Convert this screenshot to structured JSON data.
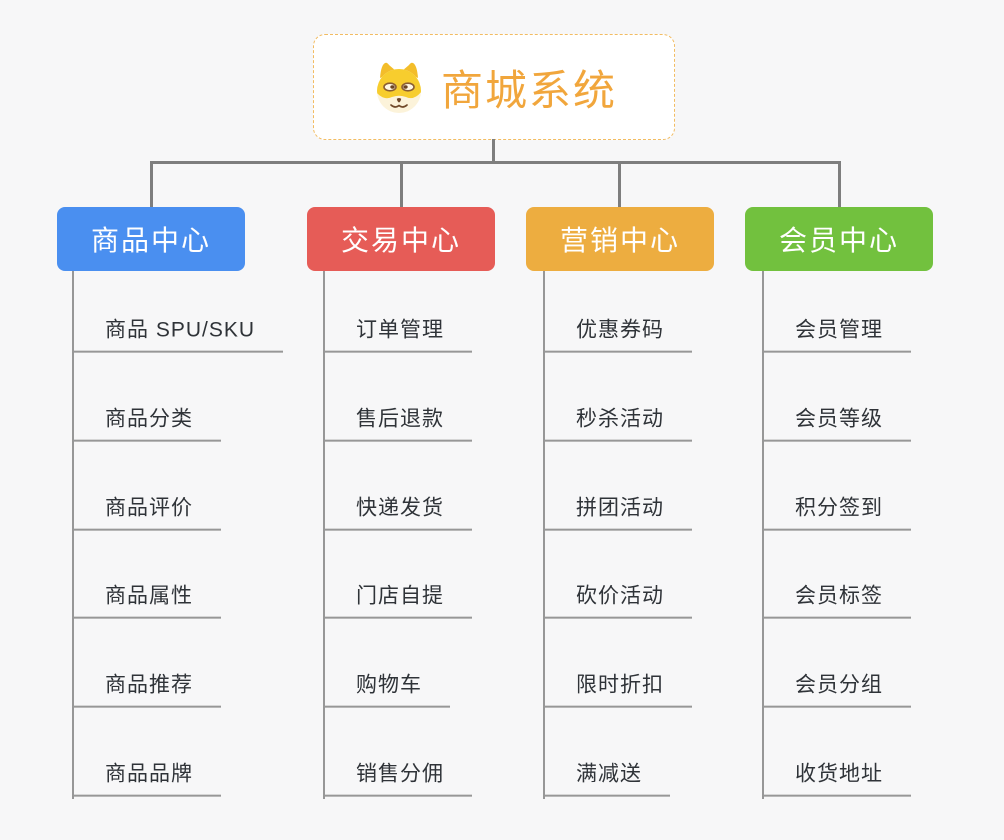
{
  "page": {
    "background": "#f7f7f8",
    "connector_color": "#7e7e7e"
  },
  "root": {
    "title": "商城系统",
    "icon": "doge-icon",
    "text_color": "#f1a63c",
    "border_color": "#f2bc62"
  },
  "branches": [
    {
      "id": "product-center",
      "label": "商品中心",
      "color": "#4a8ff0",
      "items": [
        "商品 SPU/SKU",
        "商品分类",
        "商品评价",
        "商品属性",
        "商品推荐",
        "商品品牌"
      ]
    },
    {
      "id": "trade-center",
      "label": "交易中心",
      "color": "#e65c57",
      "items": [
        "订单管理",
        "售后退款",
        "快递发货",
        "门店自提",
        "购物车",
        "销售分佣"
      ]
    },
    {
      "id": "marketing-center",
      "label": "营销中心",
      "color": "#edad40",
      "items": [
        "优惠券码",
        "秒杀活动",
        "拼团活动",
        "砍价活动",
        "限时折扣",
        "满减送"
      ]
    },
    {
      "id": "member-center",
      "label": "会员中心",
      "color": "#72c13e",
      "items": [
        "会员管理",
        "会员等级",
        "积分签到",
        "会员标签",
        "会员分组",
        "收货地址"
      ]
    }
  ]
}
